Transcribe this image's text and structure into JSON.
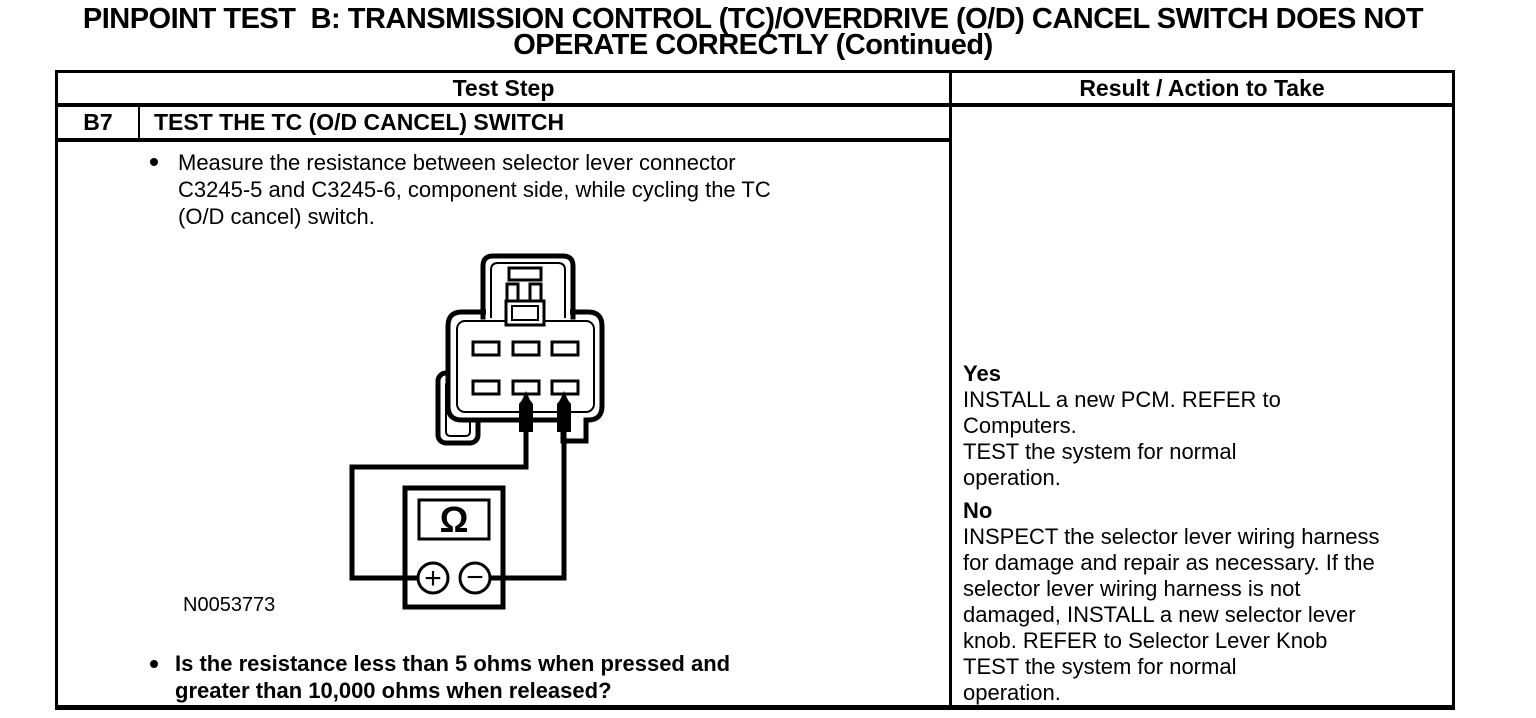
{
  "page": {
    "title": "PINPOINT TEST  B: TRANSMISSION CONTROL (TC)/OVERDRIVE (O/D) CANCEL SWITCH DOES NOT\nOPERATE CORRECTLY (Continued)"
  },
  "table": {
    "header": {
      "test_step": "Test Step",
      "result_action": "Result / Action to Take"
    },
    "step": {
      "id": "B7",
      "title": "TEST THE TC (O/D CANCEL) SWITCH",
      "instruction": "Measure the resistance between selector lever connector\nC3245-5 and C3245-6, component side, while cycling the TC\n(O/D cancel) switch.",
      "figure_label": "N0053773",
      "question": "Is the resistance less than 5 ohms when pressed and\ngreater than 10,000 ohms when released?"
    },
    "result": {
      "yes_label": "Yes",
      "yes_actions": "INSTALL a new PCM. REFER to\nComputers.\nTEST the system for normal\noperation.",
      "no_label": "No",
      "no_actions": "INSPECT the selector lever wiring harness\nfor damage and repair as necessary. If the\nselector lever wiring harness is not\ndamaged, INSTALL a new selector lever\nknob. REFER to Selector Lever Knob\nTEST the system for normal\noperation."
    }
  },
  "diagram": {
    "ohmmeter_symbol": "Ω",
    "plus_label": "+",
    "minus_label": "−",
    "ink_color": "#000000",
    "paper_color": "#ffffff"
  }
}
